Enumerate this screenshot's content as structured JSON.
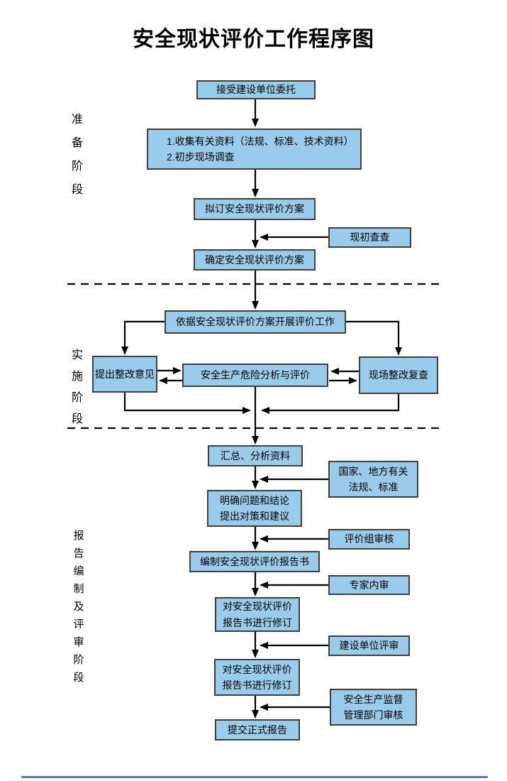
{
  "title": "安全现状评价工作程序图",
  "stages": [
    {
      "label": "准\n备\n阶\n段"
    },
    {
      "label": "实\n施\n阶\n段"
    },
    {
      "label": "报\n告\n编\n制\n及\n评\n审\n阶\n段"
    }
  ],
  "nodes": {
    "accept": {
      "label": "接受建设单位委托"
    },
    "collect": {
      "label": "1.收集有关资料（法规、标准、技术资料）\n2.初步现场调查"
    },
    "draft": {
      "label": "拟订安全现状评价方案"
    },
    "initial_check": {
      "label": "现初查查"
    },
    "confirm": {
      "label": "确定安全现状评价方案"
    },
    "carry_out": {
      "label": "依据安全现状评价方案开展评价工作"
    },
    "propose": {
      "label": "提出整改意见"
    },
    "analysis": {
      "label": "安全生产危险分析与评价"
    },
    "recheck": {
      "label": "现场整改复查"
    },
    "summarize": {
      "label": "汇总、分析资料"
    },
    "regulations": {
      "label": "国家、地方有关\n法规、标准"
    },
    "clarify": {
      "label": "明确问题和结论\n提出对策和建议"
    },
    "review_group": {
      "label": "评价组审核"
    },
    "compile": {
      "label": "编制安全现状评价报告书"
    },
    "expert": {
      "label": "专家内审"
    },
    "revise1": {
      "label": "对安全现状评价\n报告书进行修订"
    },
    "owner": {
      "label": "建设单位评审"
    },
    "revise2": {
      "label": "对安全现状评价\n报告书进行修订"
    },
    "supervision": {
      "label": "安全生产监督\n管理部门审核"
    },
    "submit": {
      "label": "提交正式报告"
    }
  },
  "colors": {
    "node_fill": "#99CBEB",
    "node_border": "#3f3f3f",
    "connector": "#000000",
    "bottom_border": "#4d7ebf"
  }
}
